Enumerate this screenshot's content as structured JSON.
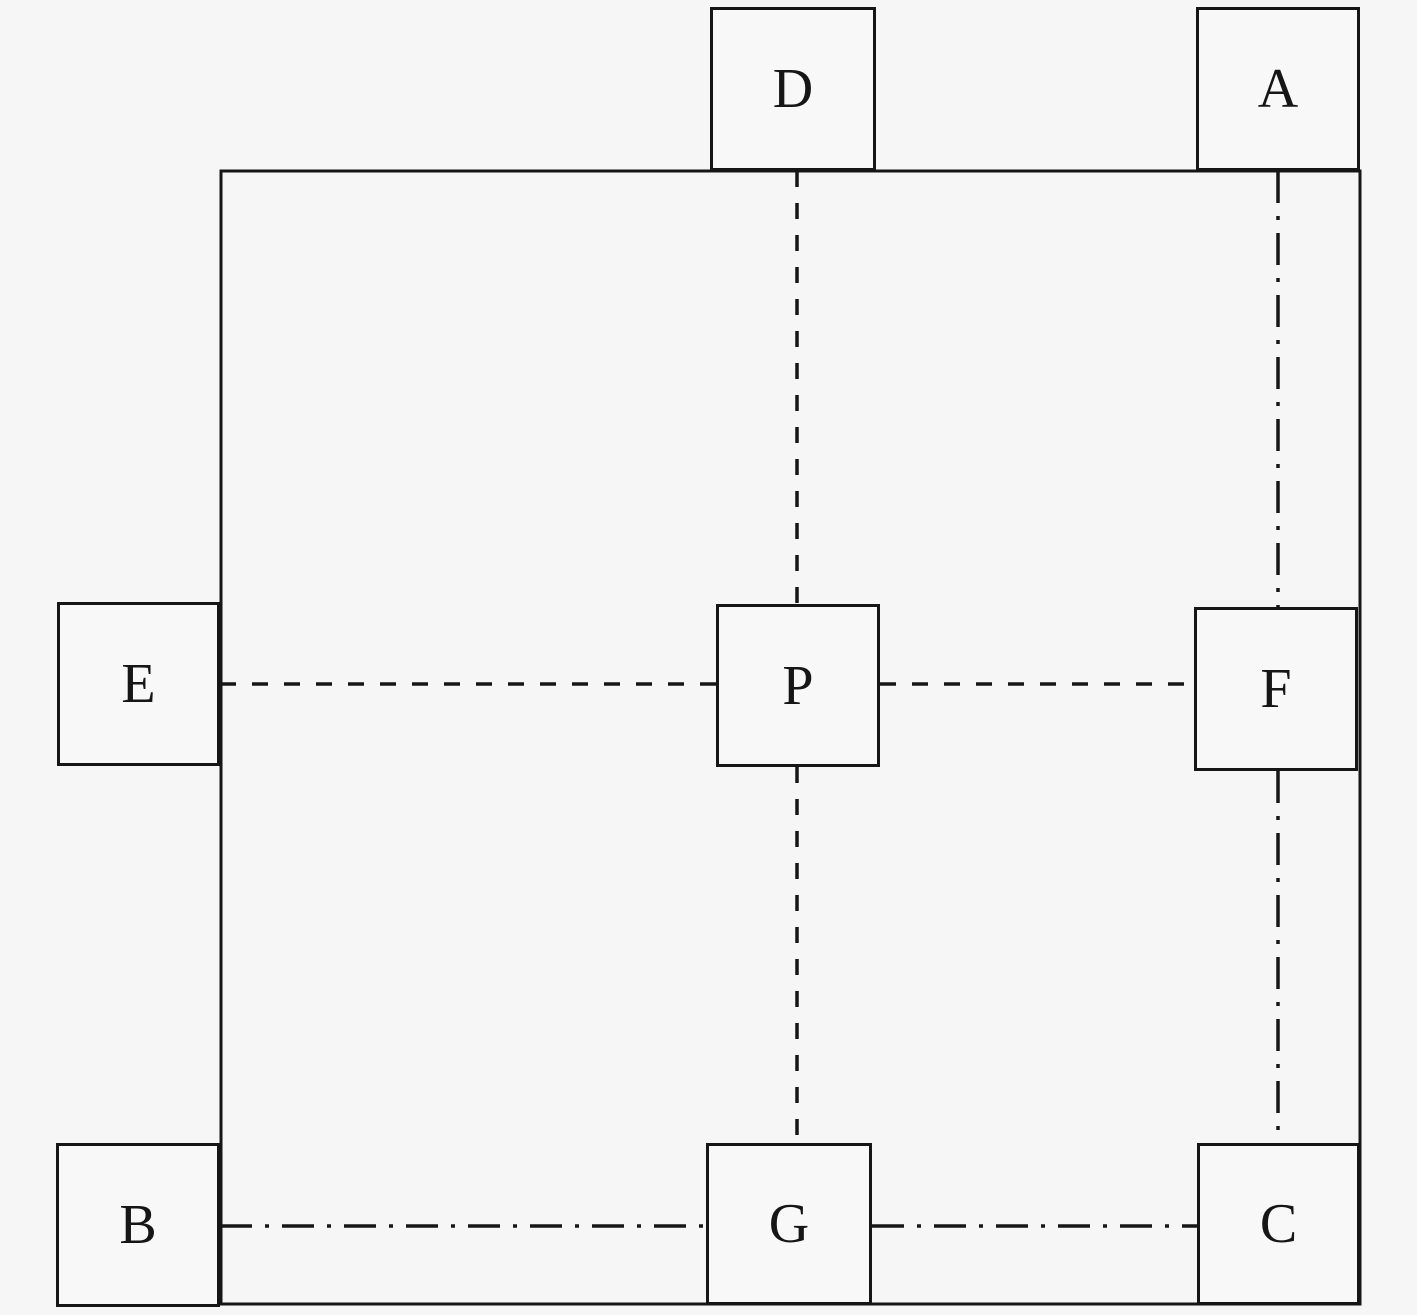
{
  "colors": {
    "background": "#f6f6f6",
    "ink": "#161616",
    "node_fill": "#f8f8f8"
  },
  "diagram": {
    "description": "square-outline-with-labeled-nodes",
    "nodes": [
      {
        "id": "D",
        "label": "D",
        "position": "top-center"
      },
      {
        "id": "A",
        "label": "A",
        "position": "top-right"
      },
      {
        "id": "E",
        "label": "E",
        "position": "middle-left"
      },
      {
        "id": "P",
        "label": "P",
        "position": "center"
      },
      {
        "id": "F",
        "label": "F",
        "position": "middle-right"
      },
      {
        "id": "B",
        "label": "B",
        "position": "bottom-left"
      },
      {
        "id": "G",
        "label": "G",
        "position": "bottom-center"
      },
      {
        "id": "C",
        "label": "C",
        "position": "bottom-right"
      }
    ],
    "edges": [
      {
        "from": "D",
        "to": "P",
        "style": "dashed",
        "orientation": "vertical"
      },
      {
        "from": "P",
        "to": "G",
        "style": "dashed",
        "orientation": "vertical"
      },
      {
        "from": "E",
        "to": "P",
        "style": "dashed",
        "orientation": "horizontal"
      },
      {
        "from": "P",
        "to": "F",
        "style": "dashed",
        "orientation": "horizontal"
      },
      {
        "from": "A",
        "to": "F",
        "style": "dash-dot",
        "orientation": "vertical"
      },
      {
        "from": "F",
        "to": "C",
        "style": "dash-dot",
        "orientation": "vertical"
      },
      {
        "from": "B",
        "to": "G",
        "style": "dash-dot",
        "orientation": "horizontal"
      },
      {
        "from": "G",
        "to": "C",
        "style": "dash-dot",
        "orientation": "horizontal"
      }
    ]
  }
}
